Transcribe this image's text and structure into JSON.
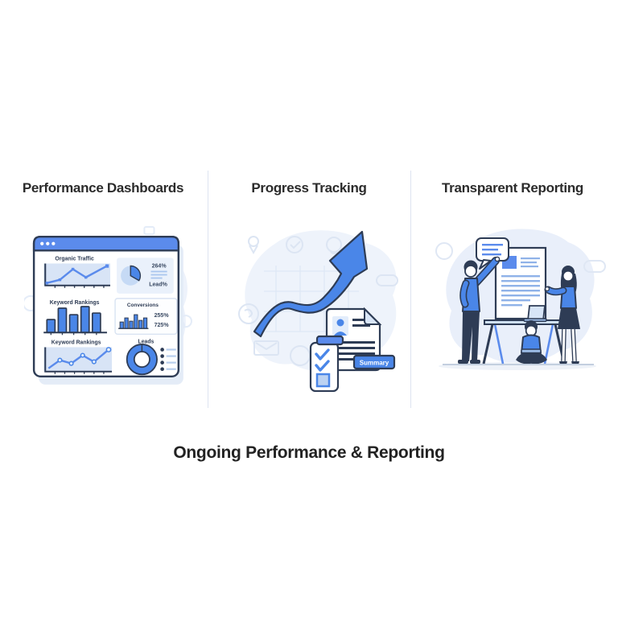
{
  "headings": {
    "col1": "Performance Dashboards",
    "col2": "Progress Tracking",
    "col3": "Transparent Reporting"
  },
  "footer_title": "Ongoing Performance & Reporting",
  "dashboard": {
    "organic_traffic_label": "Organic Traffic",
    "stat_value": "264%",
    "stat_label": "Lead%",
    "keyword_rankings_label": "Keyword Rankings",
    "conversions_label": "Conversions",
    "conversions_value_1": "255%",
    "conversions_value_2": "725%",
    "keyword_rankings_2_label": "Keyword Rankings",
    "leads_label": "Leads"
  },
  "progress": {
    "summary_label": "Summary"
  },
  "chart_data": [
    {
      "type": "line",
      "title": "Organic Traffic",
      "x": [
        1,
        2,
        3,
        4,
        5
      ],
      "values": [
        1.0,
        1.3,
        2.6,
        1.7,
        3.3
      ],
      "grid": false,
      "note": "mini sparkline, no axis labels"
    },
    {
      "type": "pie",
      "title": "Lead%",
      "slices": [
        {
          "label": "highlight",
          "value": 30
        },
        {
          "label": "remainder",
          "value": 70
        }
      ],
      "annotation": "264%"
    },
    {
      "type": "bar",
      "title": "Keyword Rankings",
      "values": [
        1.6,
        3.0,
        2.2,
        3.2,
        2.4
      ]
    },
    {
      "type": "bar",
      "title": "Conversions",
      "values": [
        0.8,
        1.3,
        0.9,
        1.7,
        1.0,
        1.3
      ],
      "annotations": [
        "255%",
        "725%"
      ]
    },
    {
      "type": "line",
      "title": "Keyword Rankings",
      "x": [
        1,
        2,
        3,
        4,
        5,
        6
      ],
      "values": [
        1.0,
        2.0,
        1.6,
        2.6,
        1.8,
        3.4
      ]
    },
    {
      "type": "donut",
      "title": "Leads",
      "slices": [
        {
          "label": "total",
          "value": 100
        }
      ],
      "legend_items": 4
    }
  ],
  "colors": {
    "primary_blue": "#4a86e8",
    "titlebar_blue": "#5b8bec",
    "outline_navy": "#2e3c55",
    "chart_bg_light": "#d8e4f6",
    "panel_bg_light": "#eaf1fb",
    "blob_light": "#edf2fb",
    "divider": "#dde4f1",
    "heading_text": "#2b2b2b"
  }
}
